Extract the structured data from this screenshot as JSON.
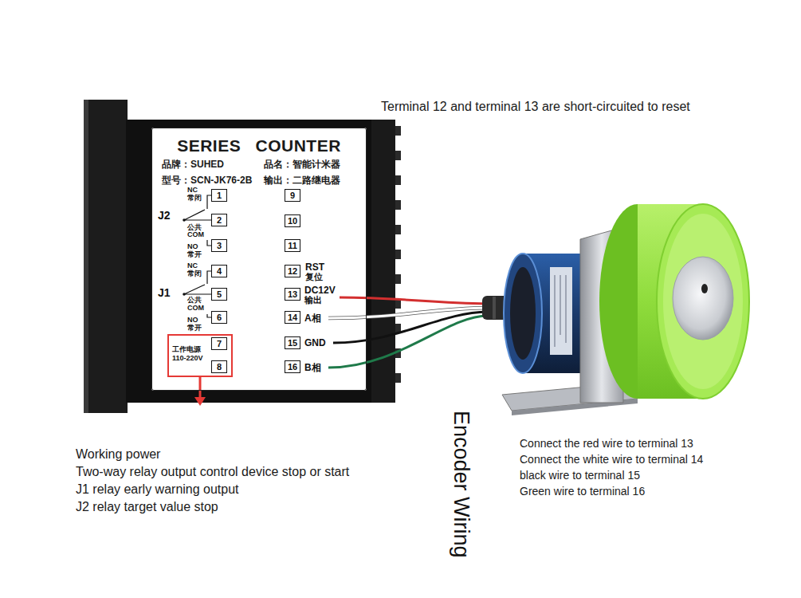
{
  "diagram": {
    "nodes": [
      {
        "text": [
          "SERIES COUNTER",
          "品牌：SUHED",
          "品名：智能计米器",
          "型号：SCN-JK76-2B",
          "输出：二路继电器"
        ]
      },
      {
        "text": [
          "1"
        ],
        "in": 0
      },
      {
        "text": [
          "2"
        ],
        "in": 0
      },
      {
        "text": [
          "3"
        ],
        "in": 0
      },
      {
        "text": [
          "4"
        ],
        "in": 0
      },
      {
        "text": [
          "5"
        ],
        "in": 0
      },
      {
        "text": [
          "6"
        ],
        "in": 0
      },
      {
        "text": [
          "工作电源 110-220V"
        ],
        "in": 0
      },
      {
        "text": [
          "7"
        ],
        "in": 7
      },
      {
        "text": [
          "8"
        ],
        "in": 7
      },
      {
        "text": [
          "9"
        ],
        "in": 0
      },
      {
        "text": [
          "10"
        ],
        "in": 0
      },
      {
        "text": [
          "11"
        ],
        "in": 0
      },
      {
        "text": [
          "12"
        ],
        "in": 0
      },
      {
        "text": [
          "13"
        ],
        "in": 0
      },
      {
        "text": [
          "14"
        ],
        "in": 0
      },
      {
        "text": [
          "15"
        ],
        "in": 0
      },
      {
        "text": [
          "16"
        ],
        "in": 0
      }
    ],
    "labels": [
      "Terminal 12 and terminal 13 are short-circuited to reset",
      "J2",
      "NC",
      "常闭",
      "公共",
      "COM",
      "NO",
      "常开",
      "J1",
      "NC",
      "常闭",
      "公共",
      "COM",
      "NO",
      "常开",
      "RST",
      "复位",
      "DC12V",
      "输出",
      "A相",
      "GND",
      "B相",
      "Working power",
      "Two-way relay output control device stop or start",
      "J1 relay early warning output",
      "J2 relay target value stop",
      "Encoder Wiring",
      "Connect the red wire to terminal 13",
      "Connect the white wire to terminal 14",
      "black wire to terminal 15",
      "Green wire to terminal 16"
    ]
  }
}
